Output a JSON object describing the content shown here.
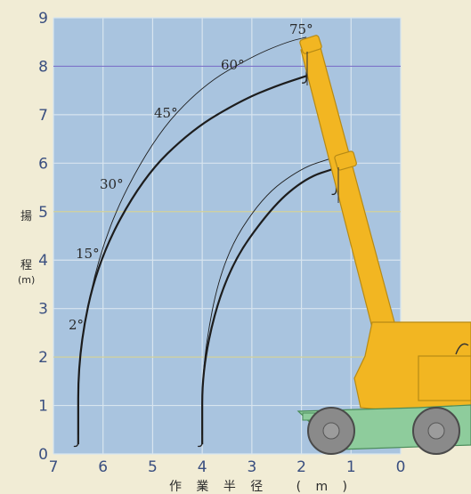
{
  "chart": {
    "y_title": [
      "揚",
      "程",
      "(m)"
    ],
    "x_title": "作業半径 (m)",
    "x_ticks": [
      "7",
      "6",
      "5",
      "4",
      "3",
      "2",
      "1",
      "0"
    ],
    "y_ticks": [
      "0",
      "1",
      "2",
      "3",
      "4",
      "5",
      "6",
      "7",
      "8",
      "9"
    ],
    "angle_labels": [
      "2°",
      "15°",
      "30°",
      "45°",
      "60°",
      "75°"
    ]
  },
  "chart_data": {
    "type": "line",
    "xlabel": "作業半径 (m)",
    "ylabel": "揚程 (m)",
    "xlim": [
      7,
      0
    ],
    "ylim": [
      0,
      9
    ],
    "x_reversed": true,
    "grid": true,
    "series": [
      {
        "x": [
          6.5,
          6.5,
          6.1,
          5.2,
          4.2,
          3.2,
          2.5,
          1.9
        ],
        "y": [
          0.2,
          2.1,
          4.0,
          5.7,
          6.7,
          7.3,
          7.6,
          7.8
        ]
      },
      {
        "x": [
          6.5,
          6.5,
          6.0,
          5.0,
          4.0,
          3.0,
          2.3,
          1.9
        ],
        "y": [
          0.2,
          2.1,
          4.5,
          6.5,
          7.6,
          8.2,
          8.5,
          8.6
        ]
      },
      {
        "x": [
          4.0,
          4.0,
          3.5,
          2.6,
          1.9,
          1.3
        ],
        "y": [
          0.2,
          1.9,
          3.8,
          5.1,
          5.7,
          5.9
        ]
      },
      {
        "x": [
          4.0,
          4.0,
          3.6,
          2.8,
          2.0,
          1.4
        ],
        "y": [
          0.2,
          1.9,
          4.0,
          5.3,
          5.9,
          6.1
        ]
      }
    ],
    "colors": {
      "background": "#f1ecd5",
      "plot": "#a9c4df",
      "grid": "#d8e5ef",
      "line": "#1d1d1d",
      "axis_text": "#3a4f80",
      "crane_body": "#f2b622",
      "carrier": "#8ecc9c",
      "wheel": "#8a8a8a"
    }
  }
}
